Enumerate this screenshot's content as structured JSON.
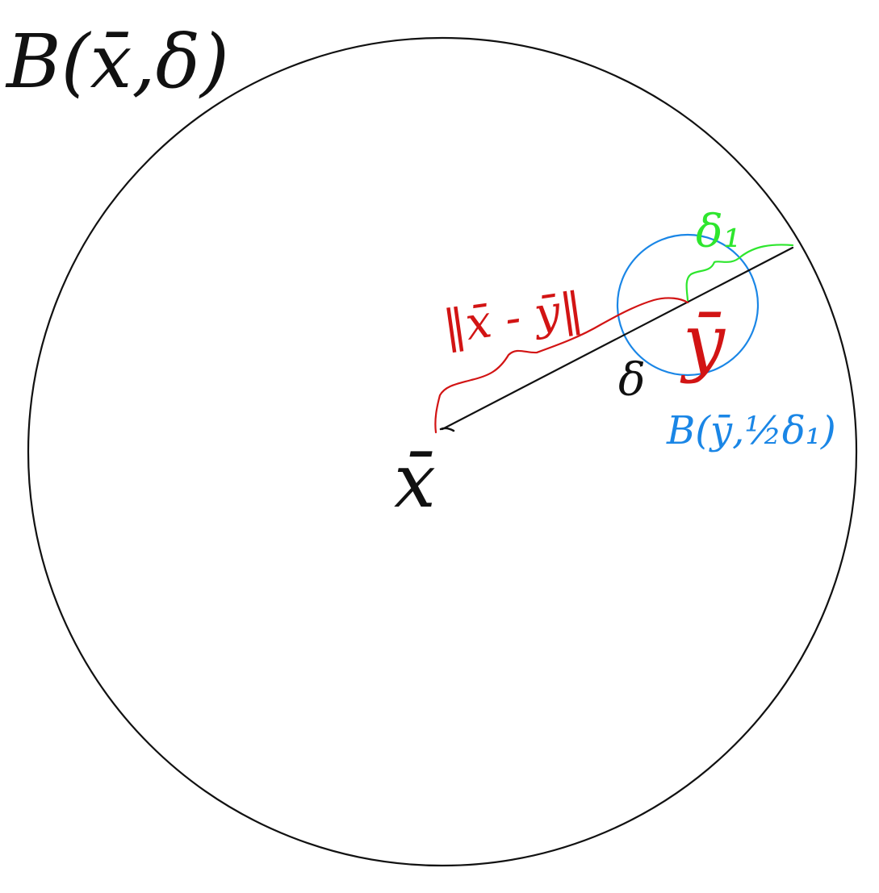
{
  "labels": {
    "big_ball": "B(x̄,δ)",
    "center_x": "x̄",
    "center_y": "ȳ",
    "delta": "δ",
    "delta1": "δ₁",
    "norm": "‖x̄ - ȳ‖",
    "small_ball": "B(ȳ,½δ₁)"
  },
  "colors": {
    "ink": "#111111",
    "red": "#d21414",
    "green": "#2ee62e",
    "blue": "#1a86e6"
  }
}
